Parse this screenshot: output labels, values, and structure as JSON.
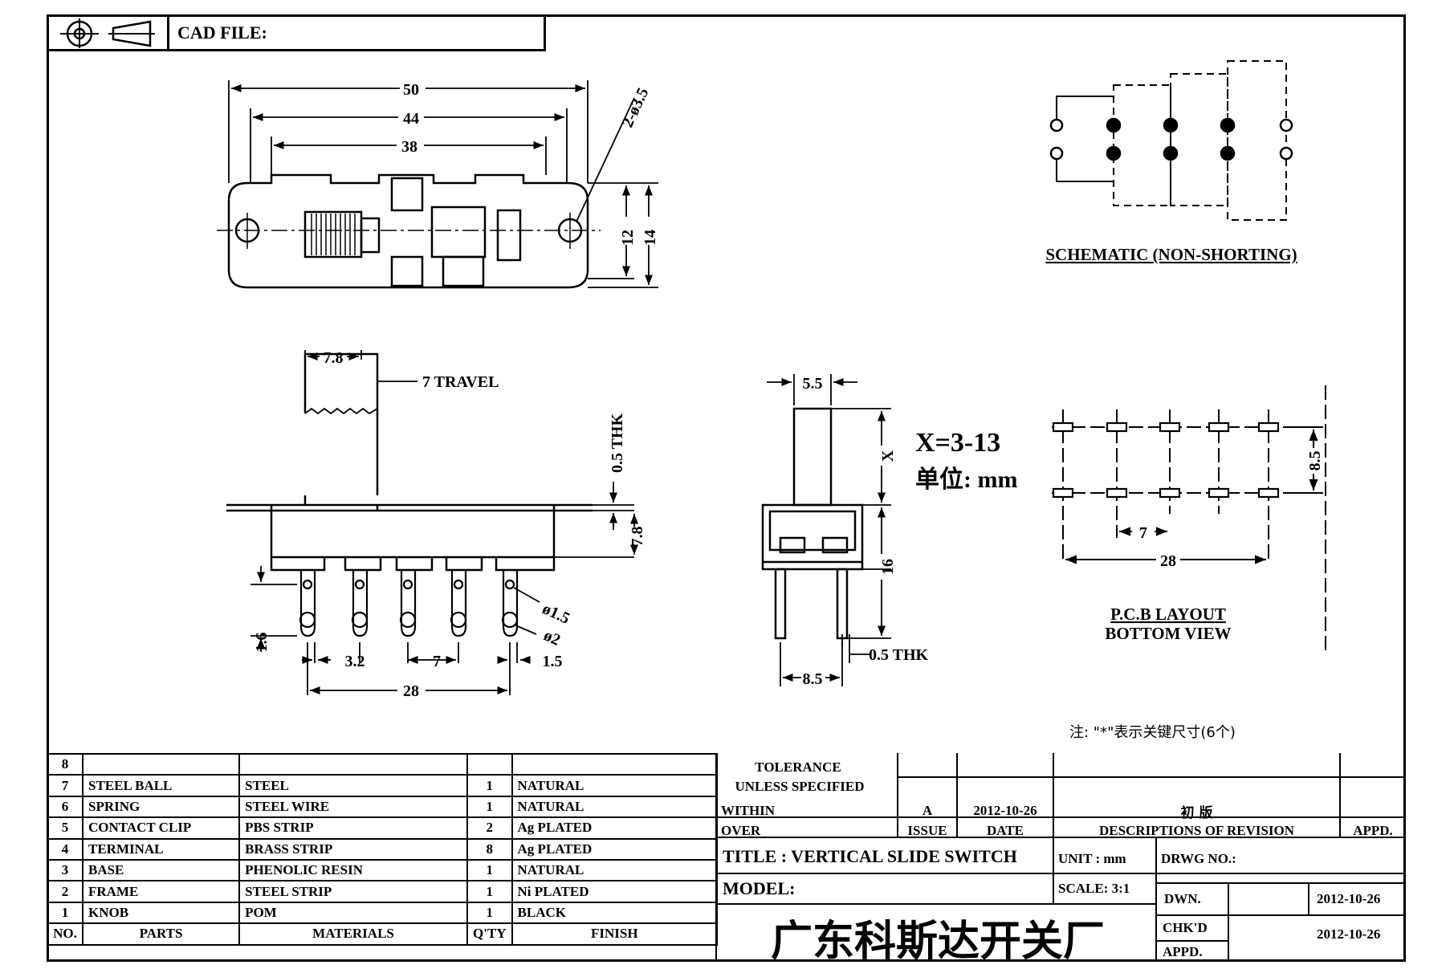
{
  "header": {
    "cad_label": "CAD FILE:"
  },
  "top_view": {
    "dim_50": "50",
    "dim_44": "44",
    "dim_38": "38",
    "dim_hole": "2-ø3.5",
    "dim_12": "12",
    "dim_14": "14"
  },
  "schematic": {
    "title": "SCHEMATIC (NON-SHORTING)"
  },
  "side_view": {
    "dim_78": "7.8",
    "travel": "7 TRAVEL",
    "thk": "0.5 THK",
    "dim_78b": "7.8",
    "dim_16": "1.6",
    "dim_32": "3.2",
    "dim_7": "7",
    "dim_15": "1.5",
    "dim_28": "28",
    "dia_15": "ø1.5",
    "dia_2": "ø2"
  },
  "end_view": {
    "dim_55": "5.5",
    "x_label": "X",
    "x_range": "X=3-13",
    "unit_cn": "单位: mm",
    "dim_16": "16",
    "dim_thk": "0.5 THK",
    "dim_85": "8.5"
  },
  "pcb": {
    "dim_85": "8.5",
    "dim_7": "7",
    "dim_28": "28",
    "title": "P.C.B LAYOUT",
    "subtitle": "BOTTOM VIEW"
  },
  "note": "注: \"*\"表示关键尺寸(6个)",
  "bom": {
    "rows": [
      {
        "no": "8",
        "part": "",
        "material": "",
        "qty": "",
        "finish": ""
      },
      {
        "no": "7",
        "part": "STEEL BALL",
        "material": "STEEL",
        "qty": "1",
        "finish": "NATURAL"
      },
      {
        "no": "6",
        "part": "SPRING",
        "material": "STEEL WIRE",
        "qty": "1",
        "finish": "NATURAL"
      },
      {
        "no": "5",
        "part": "CONTACT CLIP",
        "material": "PBS STRIP",
        "qty": "2",
        "finish": "Ag PLATED"
      },
      {
        "no": "4",
        "part": "TERMINAL",
        "material": "BRASS STRIP",
        "qty": "8",
        "finish": "Ag PLATED"
      },
      {
        "no": "3",
        "part": "BASE",
        "material": "PHENOLIC RESIN",
        "qty": "1",
        "finish": "NATURAL"
      },
      {
        "no": "2",
        "part": "FRAME",
        "material": "STEEL STRIP",
        "qty": "1",
        "finish": "Ni PLATED"
      },
      {
        "no": "1",
        "part": "KNOB",
        "material": "POM",
        "qty": "1",
        "finish": "BLACK"
      }
    ],
    "headers": {
      "no": "NO.",
      "part": "PARTS",
      "material": "MATERIALS",
      "qty": "Q'TY",
      "finish": "FINISH"
    }
  },
  "title_block": {
    "tolerance": "TOLERANCE",
    "unless": "UNLESS SPECIFIED",
    "within": "WITHIN",
    "over": "OVER",
    "issue_value": "A",
    "date_value": "2012-10-26",
    "desc_value": "初 版",
    "issue": "ISSUE",
    "date": "DATE",
    "desc": "DESCRIPTIONS OF REVISION",
    "appd": "APPD.",
    "title": "TITLE :  VERTICAL SLIDE SWITCH",
    "unit": "UNIT :  mm",
    "drwg": "DRWG NO.:",
    "model": "MODEL:",
    "scale": "SCALE:  3:1",
    "dwn": "DWN.",
    "dwn_date": "2012-10-26",
    "company": "广东科斯达开关厂",
    "chkd": "CHK'D",
    "appd2": "APPD.",
    "chkd_date": "2012-10-26"
  }
}
